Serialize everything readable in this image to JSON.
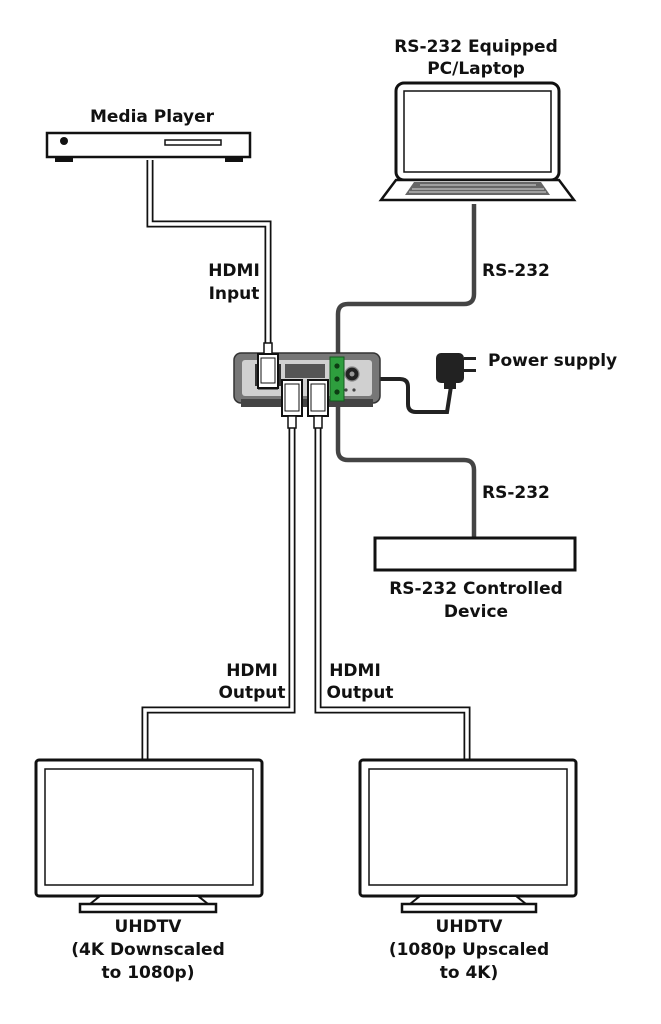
{
  "labels": {
    "media_player": "Media Player",
    "pc_line1": "RS-232 Equipped",
    "pc_line2": "PC/Laptop",
    "hdmi_input_line1": "HDMI",
    "hdmi_input_line2": "Input",
    "rs232_top": "RS-232",
    "power_supply": "Power supply",
    "rs232_bottom": "RS-232",
    "device_line1": "RS-232 Controlled",
    "device_line2": "Device",
    "hdmi_out_left_line1": "HDMI",
    "hdmi_out_left_line2": "Output",
    "hdmi_out_right_line1": "HDMI",
    "hdmi_out_right_line2": "Output",
    "tv_left_line1": "UHDTV",
    "tv_left_line2": "(4K Downscaled",
    "tv_left_line3": "to 1080p)",
    "tv_right_line1": "UHDTV",
    "tv_right_line2": "(1080p Upscaled",
    "tv_right_line3": "to 4K)"
  },
  "colors": {
    "rs232_cable": "#444444",
    "hdmi_cable": "#9a9a9a",
    "unit_body": "#777777",
    "terminal_green": "#2e9e3e"
  }
}
